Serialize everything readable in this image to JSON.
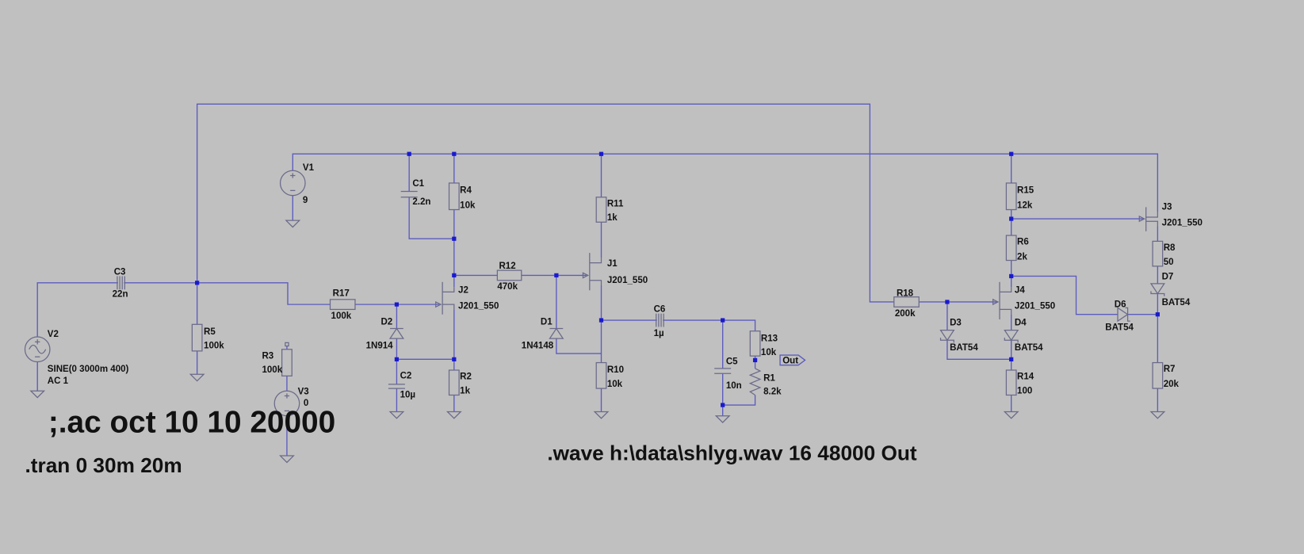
{
  "components": {
    "V1": {
      "name": "V1",
      "value": "9"
    },
    "V2": {
      "name": "V2",
      "value": "SINE(0 3000m 400)",
      "value2": "AC 1"
    },
    "V3": {
      "name": "V3",
      "value": "0"
    },
    "C1": {
      "name": "C1",
      "value": "2.2n"
    },
    "C2": {
      "name": "C2",
      "value": "10µ"
    },
    "C3": {
      "name": "C3",
      "value": "22n"
    },
    "C5": {
      "name": "C5",
      "value": "10n"
    },
    "C6": {
      "name": "C6",
      "value": "1µ"
    },
    "R1": {
      "name": "R1",
      "value": "8.2k"
    },
    "R2": {
      "name": "R2",
      "value": "1k"
    },
    "R3": {
      "name": "R3",
      "value": "100k"
    },
    "R4": {
      "name": "R4",
      "value": "10k"
    },
    "R5": {
      "name": "R5",
      "value": "100k"
    },
    "R6": {
      "name": "R6",
      "value": "2k"
    },
    "R7": {
      "name": "R7",
      "value": "20k"
    },
    "R8": {
      "name": "R8",
      "value": "50"
    },
    "R10": {
      "name": "R10",
      "value": "10k"
    },
    "R11": {
      "name": "R11",
      "value": "1k"
    },
    "R12": {
      "name": "R12",
      "value": "470k"
    },
    "R13": {
      "name": "R13",
      "value": "10k"
    },
    "R14": {
      "name": "R14",
      "value": "100"
    },
    "R15": {
      "name": "R15",
      "value": "12k"
    },
    "R17": {
      "name": "R17",
      "value": "100k"
    },
    "R18": {
      "name": "R18",
      "value": "200k"
    },
    "D1": {
      "name": "D1",
      "value": "1N4148"
    },
    "D2": {
      "name": "D2",
      "value": "1N914"
    },
    "D3": {
      "name": "D3",
      "value": "BAT54"
    },
    "D4": {
      "name": "D4",
      "value": "BAT54"
    },
    "D6": {
      "name": "D6",
      "value": "BAT54"
    },
    "D7": {
      "name": "D7",
      "value": "BAT54"
    },
    "J1": {
      "name": "J1",
      "value": "J201_550"
    },
    "J2": {
      "name": "J2",
      "value": "J201_550"
    },
    "J3": {
      "name": "J3",
      "value": "J201_550"
    },
    "J4": {
      "name": "J4",
      "value": "J201_550"
    }
  },
  "net_labels": {
    "out": "Out"
  },
  "directives": {
    "ac": ";.ac oct 10 10 20000",
    "tran": ".tran 0 30m 20m",
    "wave": ".wave h:\\data\\shlyg.wav 16 48000 Out"
  },
  "colors": {
    "background": "#c0c0c0",
    "wire": "#5c5cc0",
    "node": "#1a1ad0"
  }
}
